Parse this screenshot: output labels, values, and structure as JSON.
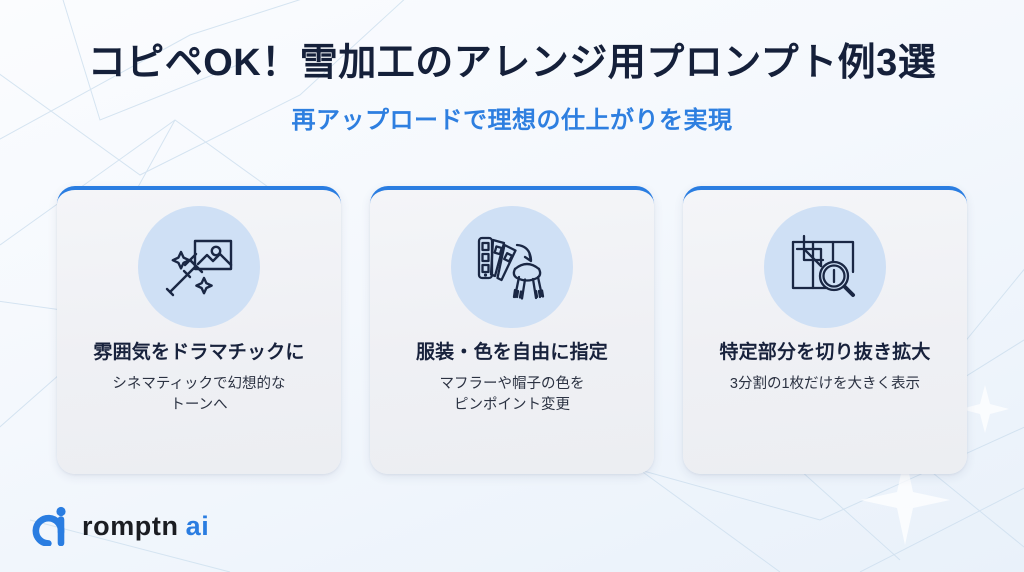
{
  "header": {
    "title": "コピペOK！雪加工のアレンジ用プロンプト例3選",
    "subtitle": "再アップロードで理想の仕上がりを実現"
  },
  "colors": {
    "accent_blue": "#2a7de1",
    "subtitle_blue": "#2e7fe0",
    "title_navy": "#15203a",
    "icon_circle": "#cfe0f5",
    "card_bg": "#f2f3f6",
    "page_bg": "#f4f8fd"
  },
  "cards": [
    {
      "icon": "magic-wand-image-icon",
      "title": "雰囲気をドラマチックに",
      "desc_line1": "シネマティックで幻想的な",
      "desc_line2": "トーンへ"
    },
    {
      "icon": "color-swatch-scarf-icon",
      "title": "服装・色を自由に指定",
      "desc_line1": "マフラーや帽子の色を",
      "desc_line2": "ピンポイント変更"
    },
    {
      "icon": "crop-magnifier-icon",
      "title": "特定部分を切り抜き拡大",
      "desc_line1": "3分割の1枚だけを大きく表示",
      "desc_line2": ""
    }
  ],
  "footer": {
    "logo_mark": "romptn-a-mark-icon",
    "logo_name": "romptn",
    "logo_suffix": "ai"
  }
}
